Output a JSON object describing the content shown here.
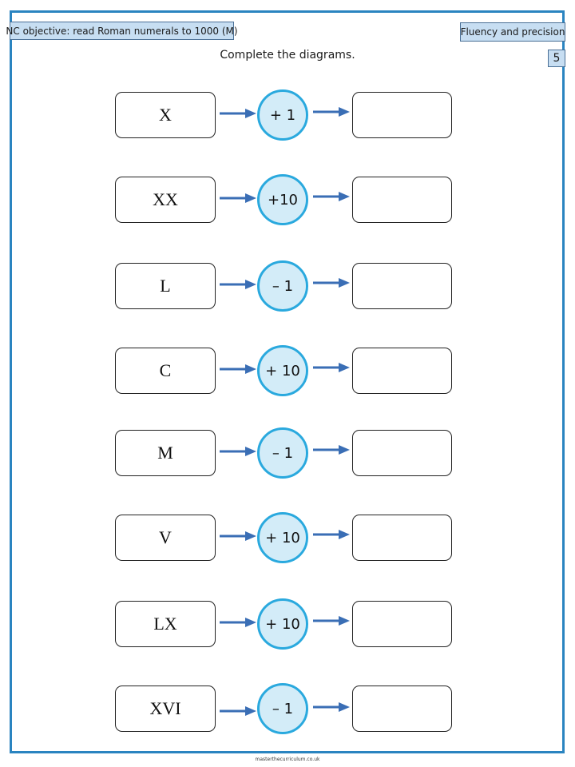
{
  "header": {
    "objective": "NC objective: read Roman numerals to 1000 (M)",
    "category": "Fluency and precision",
    "page_number": "5"
  },
  "instructions": "Complete the diagrams.",
  "colors": {
    "frame": "#2a84c0",
    "tag_fill": "#c7def2",
    "circle_fill": "#d3ecf8",
    "circle_border": "#2aa9de",
    "arrow": "#3a6eb5"
  },
  "rows": [
    {
      "numeral": "X",
      "operation": "+ 1",
      "answer": ""
    },
    {
      "numeral": "XX",
      "operation": "+10",
      "answer": ""
    },
    {
      "numeral": "L",
      "operation": "– 1",
      "answer": ""
    },
    {
      "numeral": "C",
      "operation": "+ 10",
      "answer": ""
    },
    {
      "numeral": "M",
      "operation": "– 1",
      "answer": ""
    },
    {
      "numeral": "V",
      "operation": "+ 10",
      "answer": ""
    },
    {
      "numeral": "LX",
      "operation": "+ 10",
      "answer": ""
    },
    {
      "numeral": "XVI",
      "operation": "– 1",
      "answer": ""
    }
  ],
  "footer": "masterthecurriculum.co.uk"
}
